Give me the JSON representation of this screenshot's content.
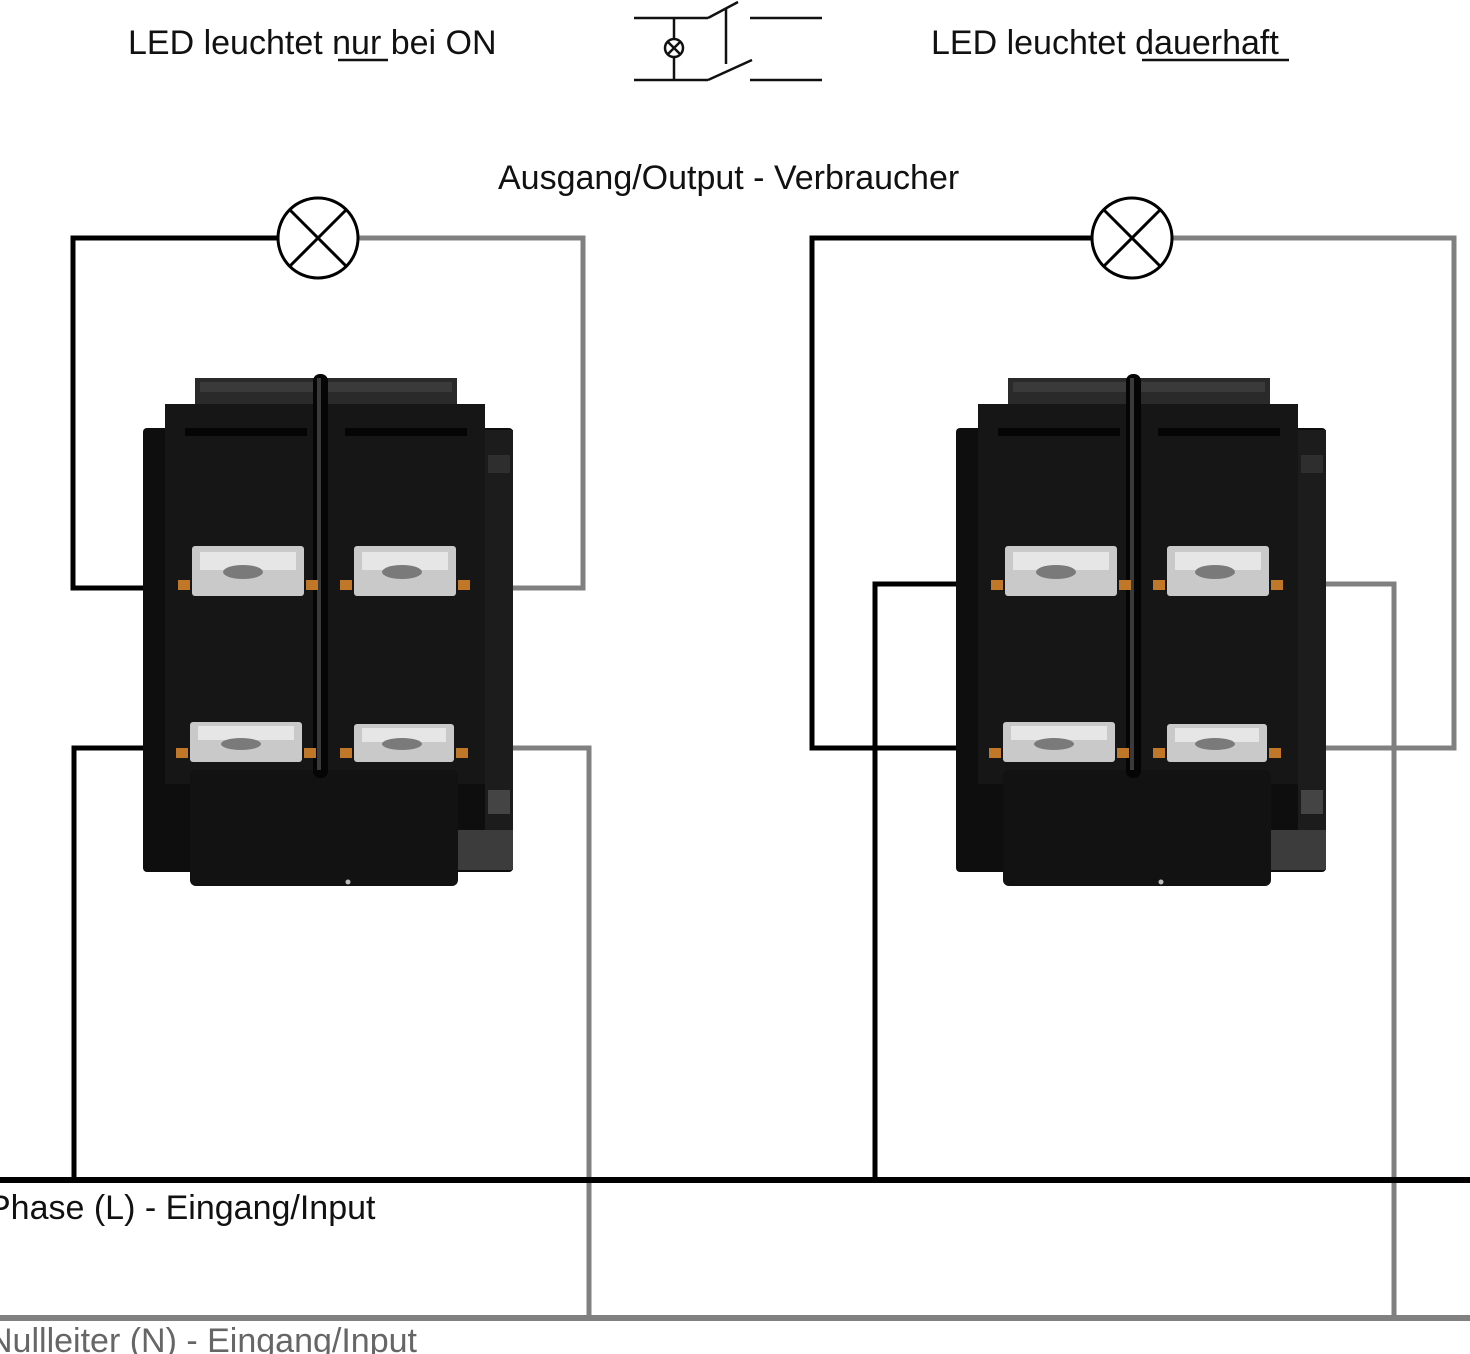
{
  "labels": {
    "left_pre": "LED leuchtet ",
    "left_ul": "nur",
    "left_post": " bei ON",
    "right_pre": "LED leuchtet ",
    "right_ul": "dauerhaft",
    "output": "Ausgang/Output - Verbraucher",
    "phase": "Phase (L) - Eingang/Input",
    "neutral": "Nullleiter (N) - Eingang/Input"
  },
  "colors": {
    "phase_wire": "#000000",
    "neutral_wire": "#808080",
    "switch_body": "#161616",
    "terminal": "#c9c9c9",
    "terminal_tab": "#c07828"
  },
  "icons": {
    "lamp": "lamp-symbol-icon",
    "switch": "switch-with-led-symbol-icon"
  }
}
